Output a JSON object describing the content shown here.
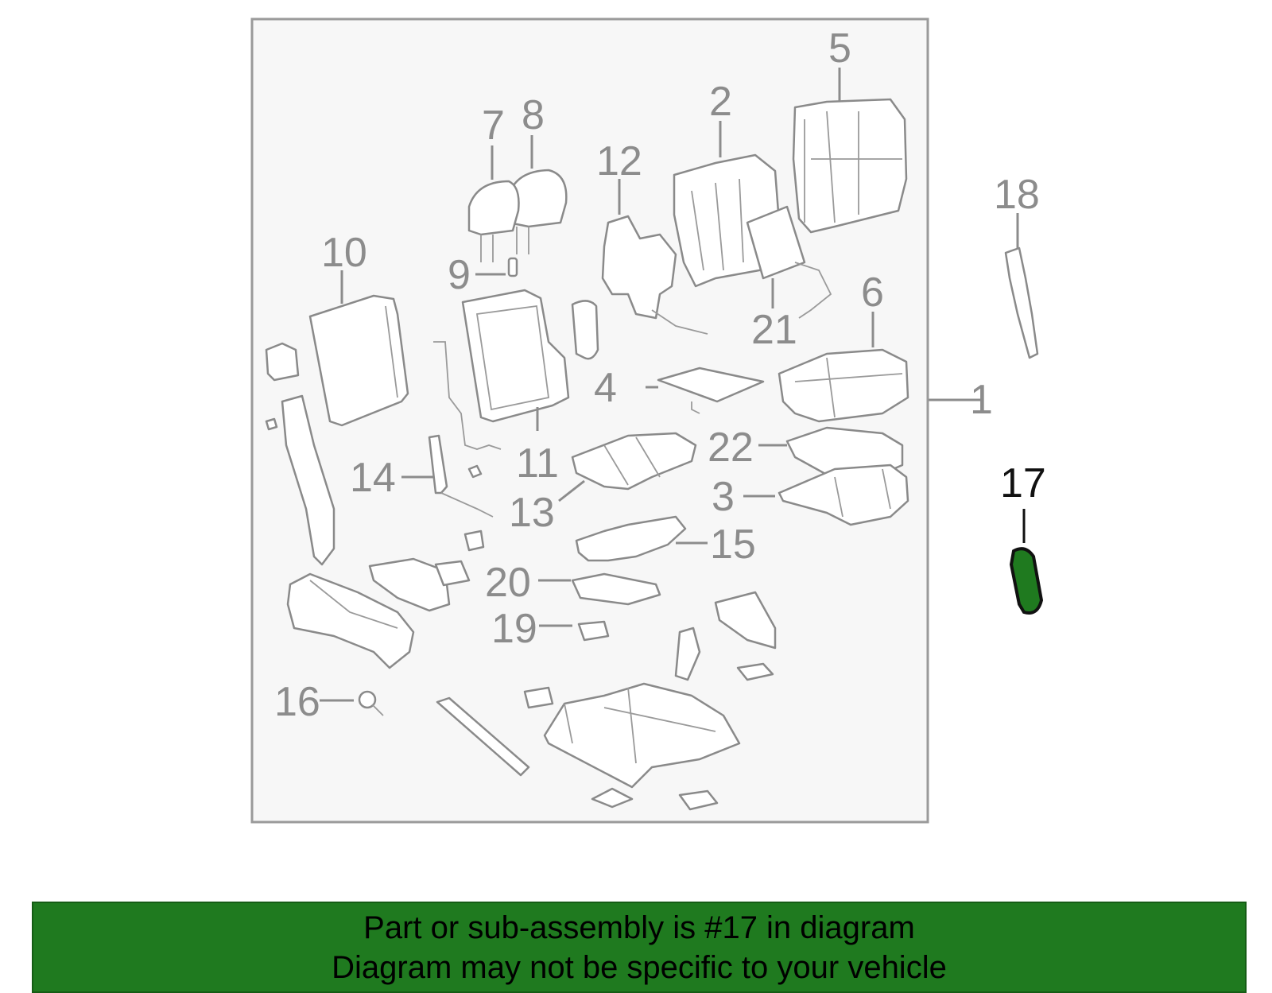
{
  "diagram": {
    "callouts": [
      {
        "id": "1",
        "label": "1"
      },
      {
        "id": "2",
        "label": "2"
      },
      {
        "id": "3",
        "label": "3"
      },
      {
        "id": "4",
        "label": "4"
      },
      {
        "id": "5",
        "label": "5"
      },
      {
        "id": "6",
        "label": "6"
      },
      {
        "id": "7",
        "label": "7"
      },
      {
        "id": "8",
        "label": "8"
      },
      {
        "id": "9",
        "label": "9"
      },
      {
        "id": "10",
        "label": "10"
      },
      {
        "id": "11",
        "label": "11"
      },
      {
        "id": "12",
        "label": "12"
      },
      {
        "id": "13",
        "label": "13"
      },
      {
        "id": "14",
        "label": "14"
      },
      {
        "id": "15",
        "label": "15"
      },
      {
        "id": "16",
        "label": "16"
      },
      {
        "id": "17",
        "label": "17"
      },
      {
        "id": "18",
        "label": "18"
      },
      {
        "id": "19",
        "label": "19"
      },
      {
        "id": "20",
        "label": "20"
      },
      {
        "id": "21",
        "label": "21"
      },
      {
        "id": "22",
        "label": "22"
      }
    ],
    "highlighted_part": "17",
    "highlight_color": "#1f7a1f",
    "line_color": "#8c8c8c",
    "frame_fill": "#f7f7f7"
  },
  "footer": {
    "line1": "Part or sub-assembly is #17 in diagram",
    "line2": "Diagram may not be specific to your vehicle",
    "background": "#1f7a1f"
  }
}
